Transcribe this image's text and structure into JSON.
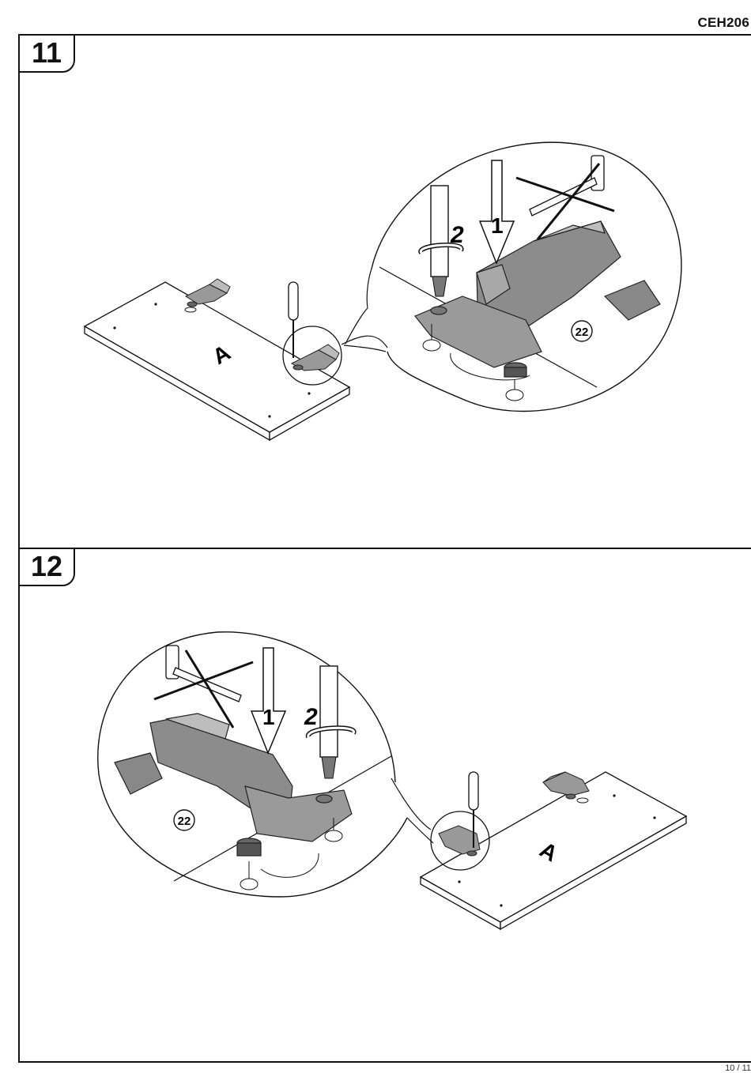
{
  "header": {
    "model_code": "CEH206"
  },
  "steps": [
    {
      "number": "11",
      "panel_letter": "A",
      "part_number": "22",
      "arrow_1": "1",
      "arrow_2": "2"
    },
    {
      "number": "12",
      "panel_letter": "A",
      "part_number": "22",
      "arrow_1": "1",
      "arrow_2": "2"
    }
  ],
  "footer": {
    "page_number": "10 / 11"
  },
  "icons": [
    "screwdriver-icon",
    "hammer-prohibited-icon",
    "push-down-arrow-icon",
    "rotate-arrow-icon",
    "hinge-icon"
  ]
}
